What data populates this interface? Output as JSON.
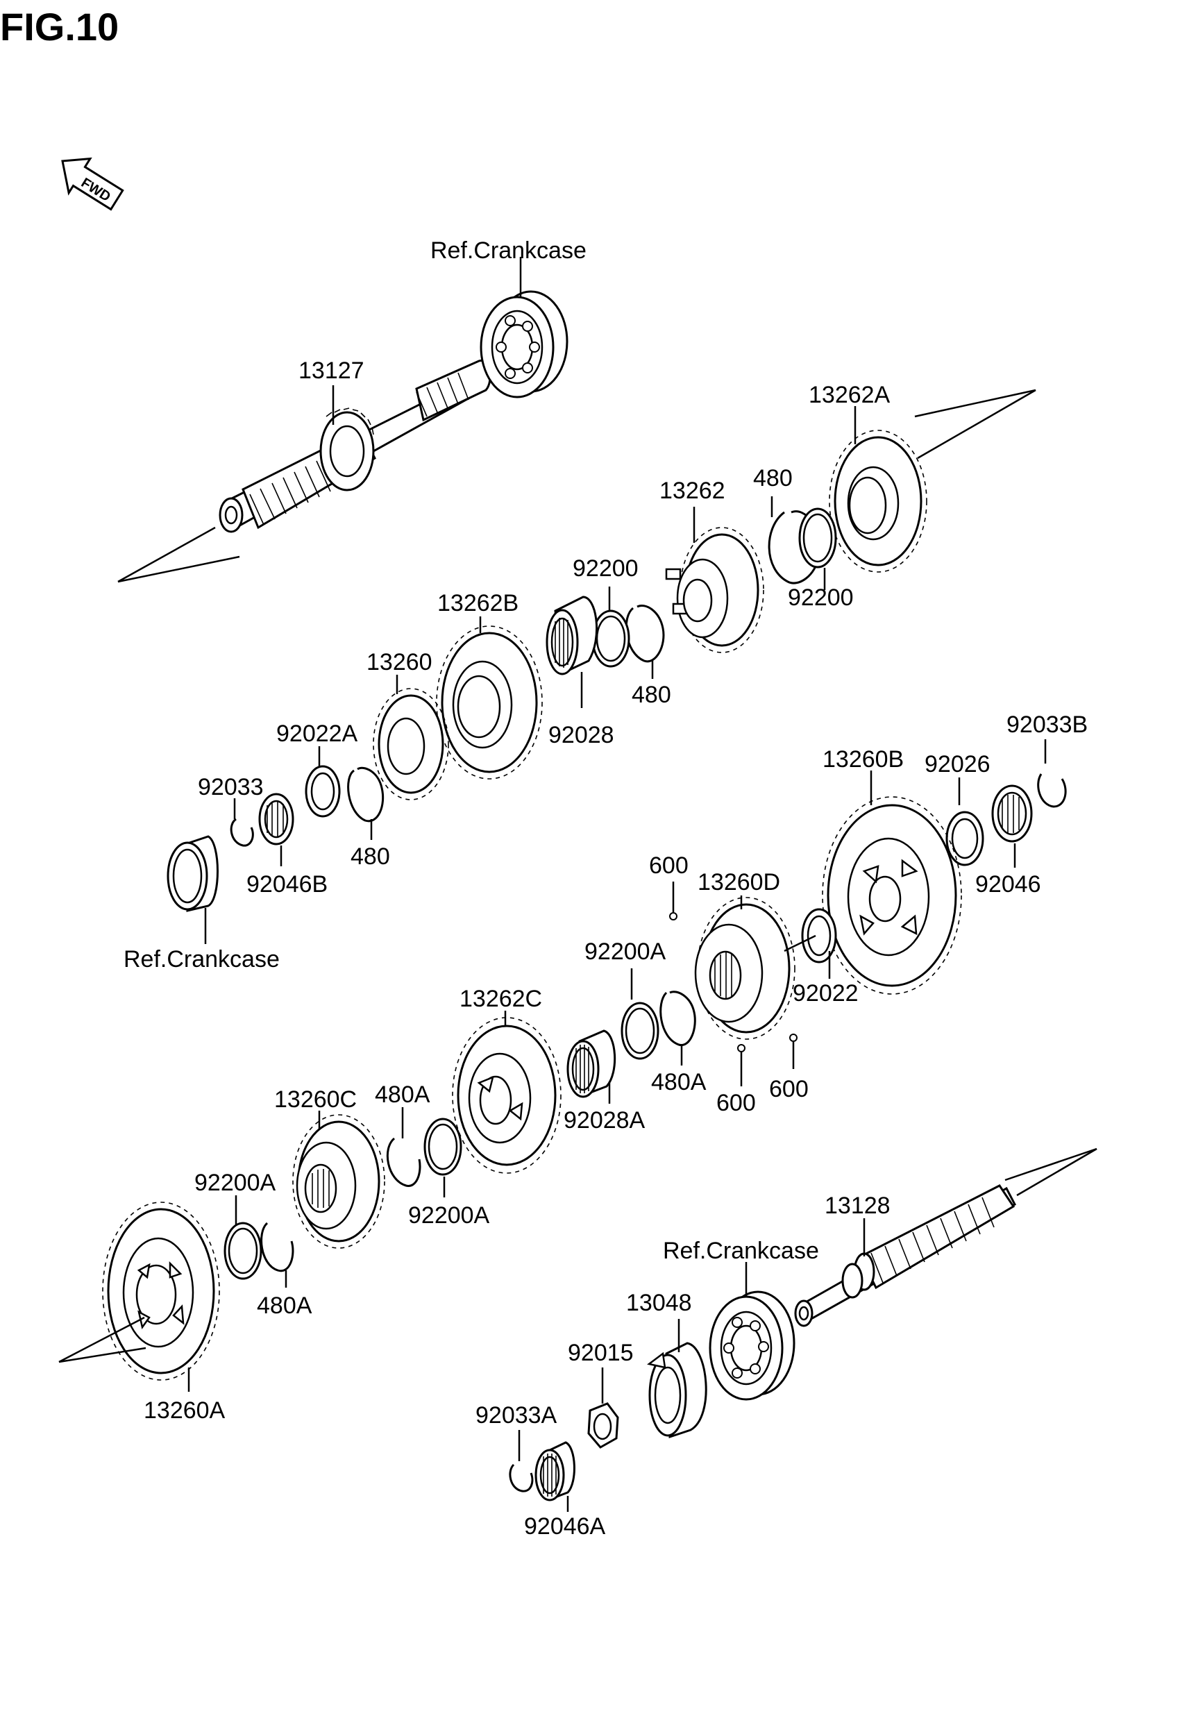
{
  "figure": {
    "title": "FIG.10",
    "fwd_label": "FWD"
  },
  "labels": {
    "l13127": "13127",
    "refCrankcaseTop": "Ref.Crankcase",
    "l13262A": "13262A",
    "l13262": "13262",
    "l480a": "480",
    "l92200a": "92200",
    "l92200b": "92200",
    "l480b": "480",
    "l13262B": "13262B",
    "l92028": "92028",
    "l13260": "13260",
    "l92022A": "92022A",
    "l480c": "480",
    "l92033": "92033",
    "l92046B": "92046B",
    "refCrankcaseLeft": "Ref.Crankcase",
    "l92033B": "92033B",
    "l13260B": "13260B",
    "l92026": "92026",
    "l92046": "92046",
    "l600a": "600",
    "l13260D": "13260D",
    "l92022": "92022",
    "l92200Aa": "92200A",
    "l480Aa": "480A",
    "l600b": "600",
    "l600c": "600",
    "l13262C": "13262C",
    "l92028A": "92028A",
    "l480Ab": "480A",
    "l13260C": "13260C",
    "l92200Ab": "92200A",
    "l92200Ac": "92200A",
    "l480Ac": "480A",
    "l13260A": "13260A",
    "l13128": "13128",
    "refCrankcaseBottom": "Ref.Crankcase",
    "l13048": "13048",
    "l92015": "92015",
    "l92033A": "92033A",
    "l92046A": "92046A"
  },
  "colors": {
    "ink": "#000000",
    "paper": "#ffffff"
  }
}
